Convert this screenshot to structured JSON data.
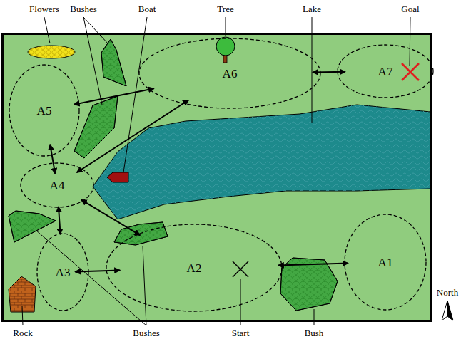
{
  "diagram": {
    "nodes": [
      {
        "text": [
          "A6"
        ]
      },
      {
        "text": [
          "A7"
        ]
      },
      {
        "text": [
          "A5"
        ]
      },
      {
        "text": [
          "A4"
        ]
      },
      {
        "text": [
          "A1"
        ]
      },
      {
        "text": [
          "A2"
        ]
      },
      {
        "text": [
          "A3"
        ]
      }
    ],
    "edges": [
      {
        "from": 2,
        "to": 0,
        "arrow": "both"
      },
      {
        "from": 0,
        "to": 1,
        "arrow": "both"
      },
      {
        "from": 3,
        "to": 0,
        "arrow": "both"
      },
      {
        "from": 3,
        "to": 2,
        "arrow": "both"
      },
      {
        "from": 6,
        "to": 3,
        "arrow": "both"
      },
      {
        "from": 3,
        "to": 5,
        "arrow": "both"
      },
      {
        "from": 5,
        "to": 6,
        "arrow": "both"
      },
      {
        "from": 5,
        "to": 4,
        "arrow": "both"
      }
    ],
    "labels": [
      "Flowers",
      "Bushes",
      "Boat",
      "Tree",
      "Lake",
      "Goal",
      "Rock",
      "Bushes",
      "Start",
      "Bush",
      "North"
    ]
  }
}
